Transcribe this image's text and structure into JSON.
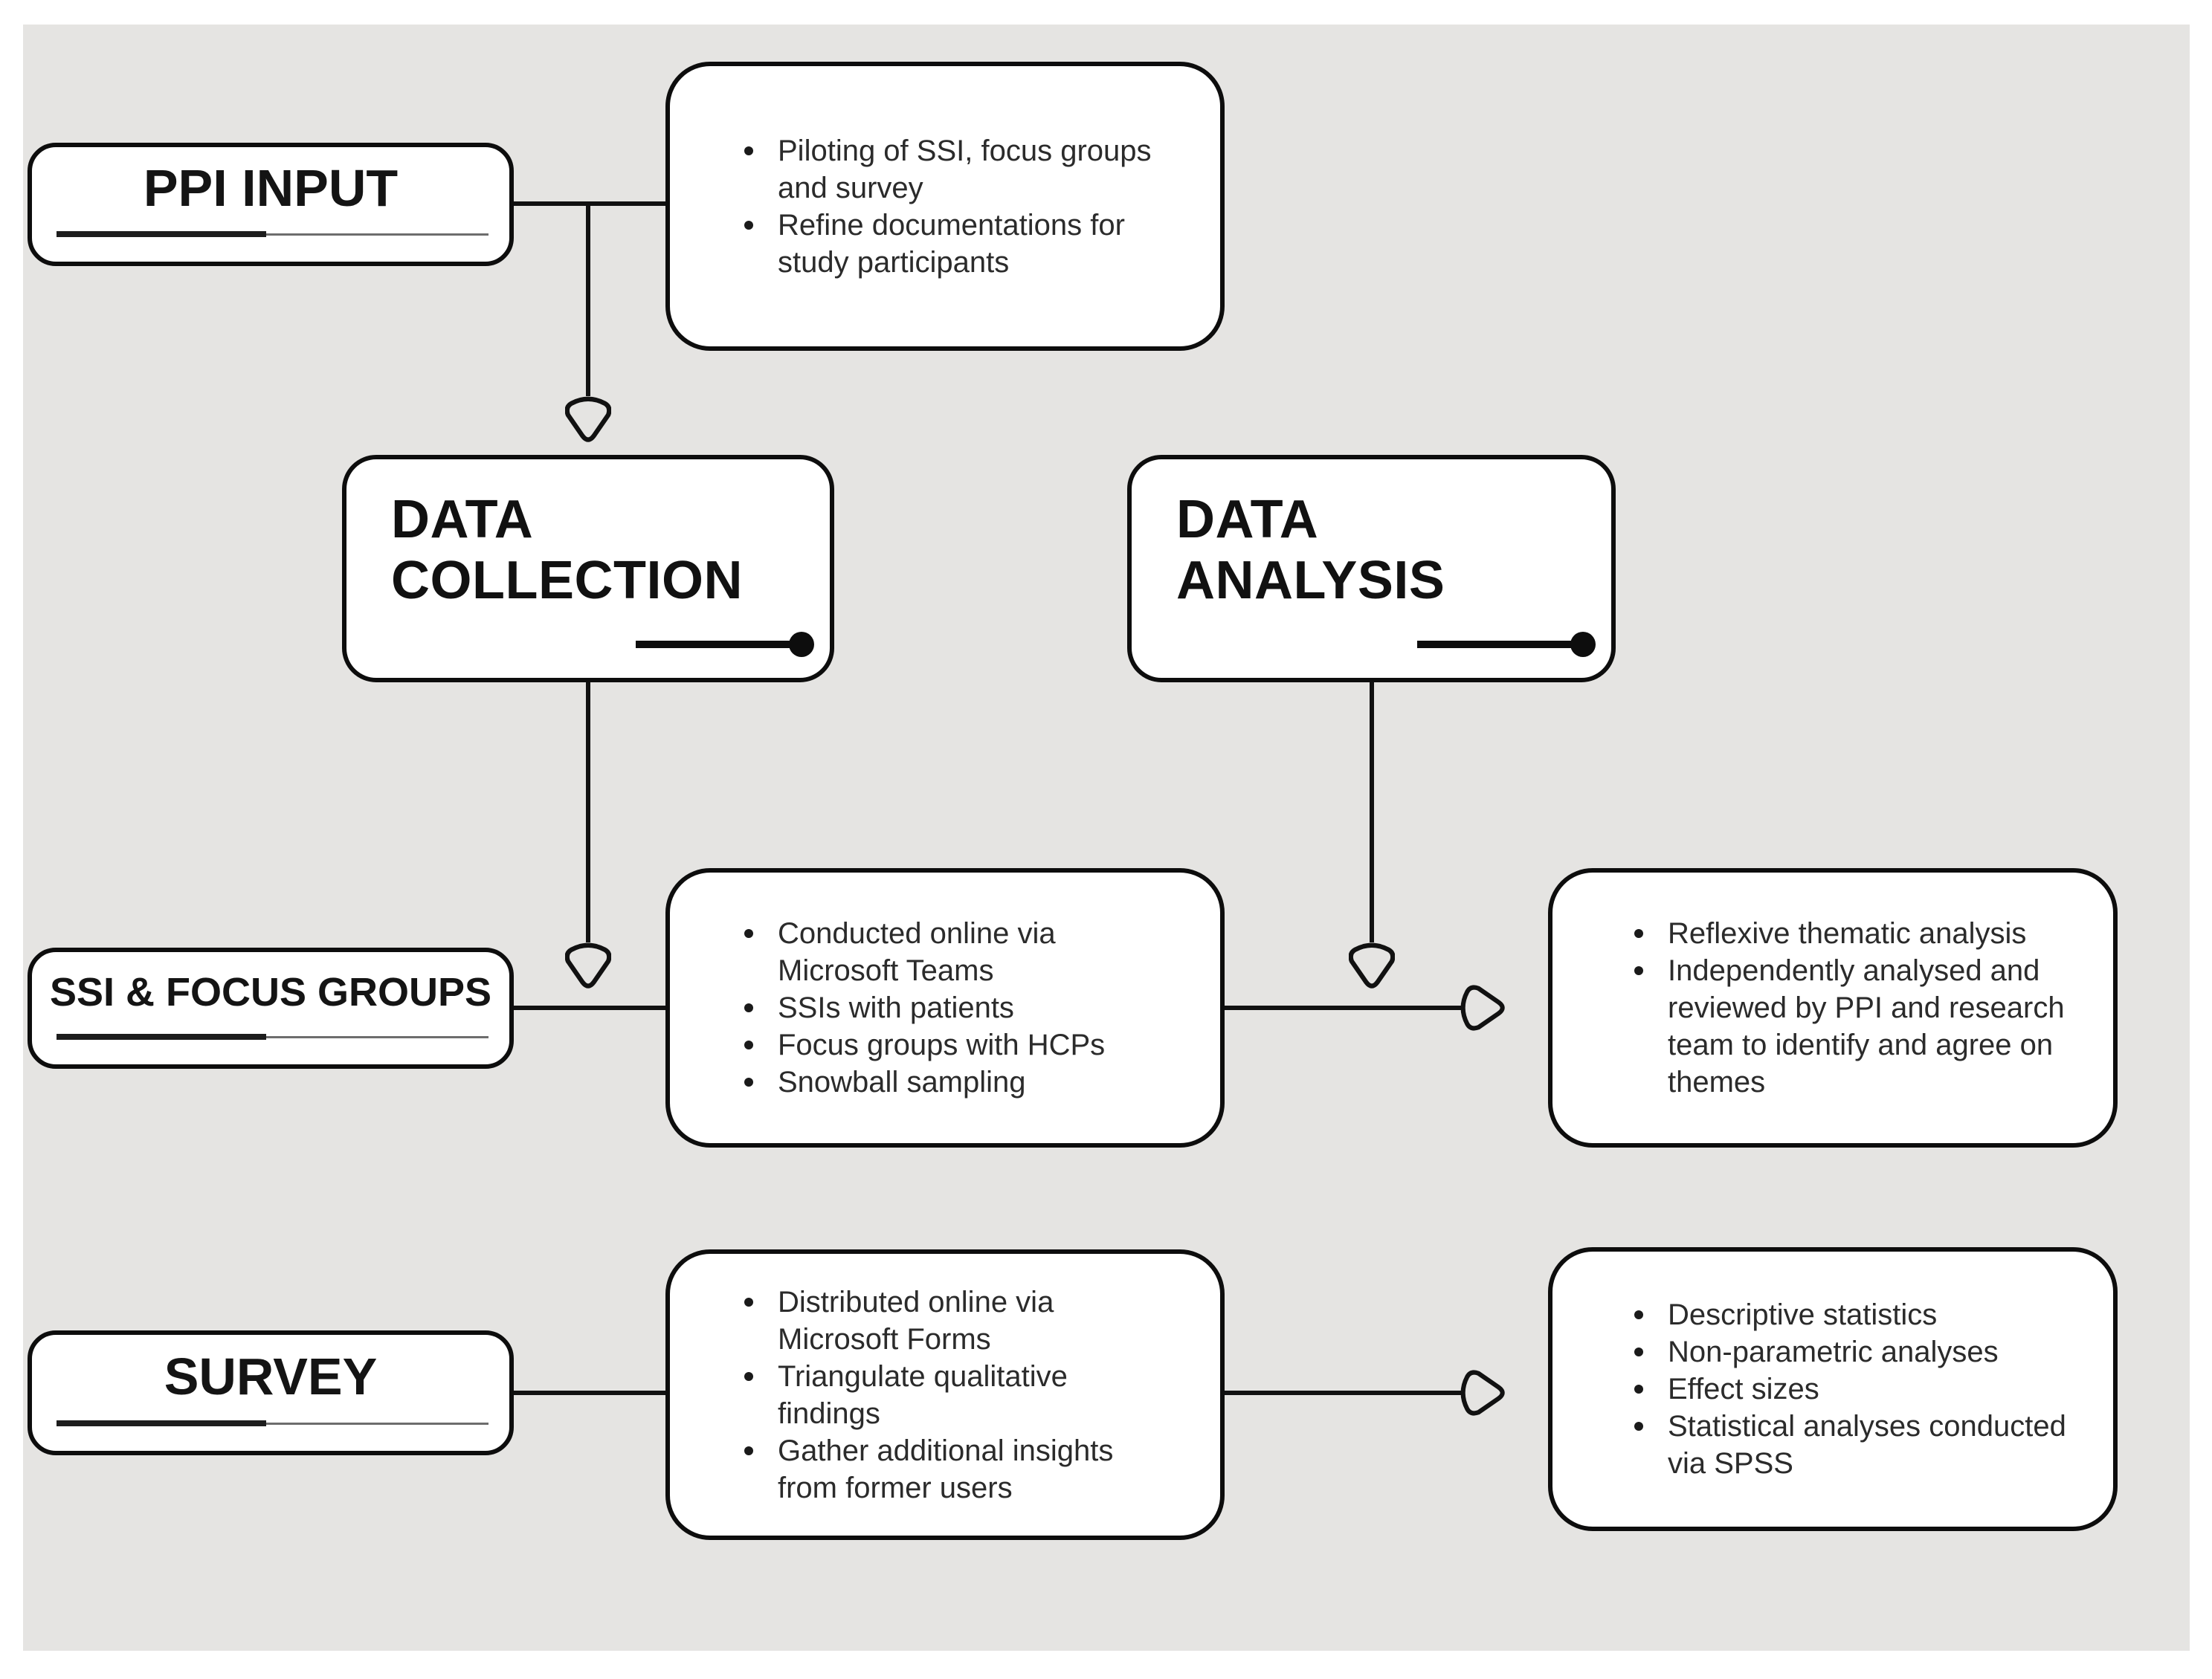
{
  "colors": {
    "page_background": "#ffffff",
    "panel_background": "#e5e4e2",
    "box_background": "#ffffff",
    "border": "#0d0d0d",
    "connector": "#111111",
    "underline_dark": "#1d1d1d",
    "underline_light": "#6d6d6d",
    "bullet_text": "#2b2b2b"
  },
  "nodes": {
    "ppi_input": {
      "label": "PPI INPUT"
    },
    "ssi_focus_groups": {
      "label": "SSI & FOCUS GROUPS"
    },
    "survey": {
      "label": "SURVEY"
    },
    "data_collection": {
      "line1": "DATA",
      "line2": "COLLECTION"
    },
    "data_analysis": {
      "line1": "DATA",
      "line2": "ANALYSIS"
    },
    "ppi_notes": {
      "bullets": [
        "Piloting of SSI, focus groups and survey",
        "Refine documentations for study participants"
      ]
    },
    "collection_methods": {
      "bullets": [
        "Conducted online via Microsoft Teams",
        "SSIs with patients",
        "Focus groups with HCPs",
        "Snowball sampling"
      ]
    },
    "qualitative_analysis": {
      "bullets": [
        "Reflexive thematic analysis",
        "Independently analysed and reviewed by PPI and research team to identify and agree on themes"
      ]
    },
    "survey_methods": {
      "bullets": [
        "Distributed online via Microsoft Forms",
        "Triangulate qualitative findings",
        "Gather additional insights from former users"
      ]
    },
    "statistical_analysis": {
      "bullets": [
        "Descriptive statistics",
        "Non-parametric analyses",
        "Effect sizes",
        "Statistical analyses conducted via SPSS"
      ]
    }
  }
}
